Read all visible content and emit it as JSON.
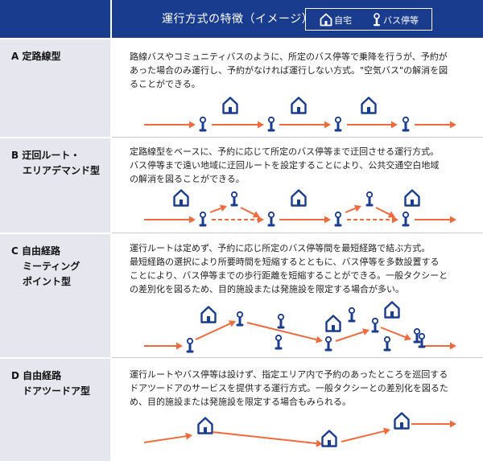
{
  "header": {
    "title": "運行方式の特徴（イメージ）",
    "legend_home": "自宅",
    "legend_bus_stop": "バス停等"
  },
  "colors": {
    "navy": "#1a3c8f",
    "arrow": "#f06a3c",
    "label_bg": "#e6e7ee"
  },
  "icons": [
    "home-icon",
    "bus-stop-icon",
    "arrow-icon",
    "dashed-arrow-icon"
  ],
  "rows": [
    {
      "id": "A",
      "label_lines": [
        "A  定路線型"
      ],
      "desc_lines": [
        "路線バスやコミュニティバスのように、所定のバス停等で乗降を行うが、予約が",
        "あった場合のみ運行し、予約がなければ運行しない方式。\"空気バス\"の解消を図",
        "ることができる。"
      ]
    },
    {
      "id": "B",
      "label_lines": [
        "B  迂回ルート・",
        "    エリアデマンド型"
      ],
      "desc_lines": [
        "定路線型をベースに、予約に応じて所定のバス停等まで迂回させる運行方式。",
        "バス停等まで遠い地域に迂回ルートを設定することにより、公共交通空白地域",
        "の解消を図ることができる。"
      ]
    },
    {
      "id": "C",
      "label_lines": [
        "C  自由経路",
        "    ミーティング",
        "    ポイント型"
      ],
      "desc_lines": [
        "運行ルートは定めず、予約に応じ所定のバス停等間を最短経路で結ぶ方式。",
        "最短経路の選択により所要時間を短縮するとともに、バス停等を多数設置する",
        "ことにより、バス停等までの歩行距離を短縮することができる。一般タクシーと",
        "の差別化を図るため、目的施設または発施設を限定する場合が多い。"
      ]
    },
    {
      "id": "D",
      "label_lines": [
        "D  自由経路",
        "    ドアツードア型"
      ],
      "desc_lines": [
        "運行ルートやバス停等は設けず、指定エリア内で予約のあったところを巡回する",
        "ドアツードアのサービスを提供する運行方式。一般タクシーとの差別化を図るた",
        "め、目的施設または発施設を限定する場合もみられる。"
      ]
    }
  ]
}
